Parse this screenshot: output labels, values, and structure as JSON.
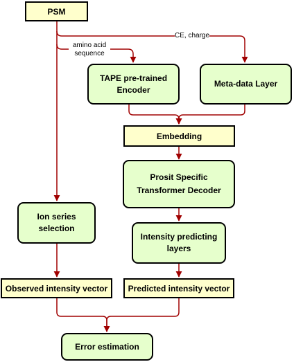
{
  "nodes": {
    "psm": "PSM",
    "tape_encoder": "TAPE pre-trained Encoder",
    "metadata_layer": "Meta-data Layer",
    "embedding": "Embedding",
    "decoder": "Prosit Specific Transformer Decoder",
    "ion_series": "Ion series selection",
    "intensity_layers": "Intensity predicting layers",
    "observed_vector": "Observed intensity vector",
    "predicted_vector": "Predicted intensity vector",
    "error_estimation": "Error estimation"
  },
  "edge_labels": {
    "amino_acid": "amino acid sequence",
    "ce_charge": "CE, charge"
  },
  "colors": {
    "edge": "#a00000",
    "input_fill": "#ffffcc",
    "process_fill": "#e6ffcc",
    "border": "#000000"
  }
}
